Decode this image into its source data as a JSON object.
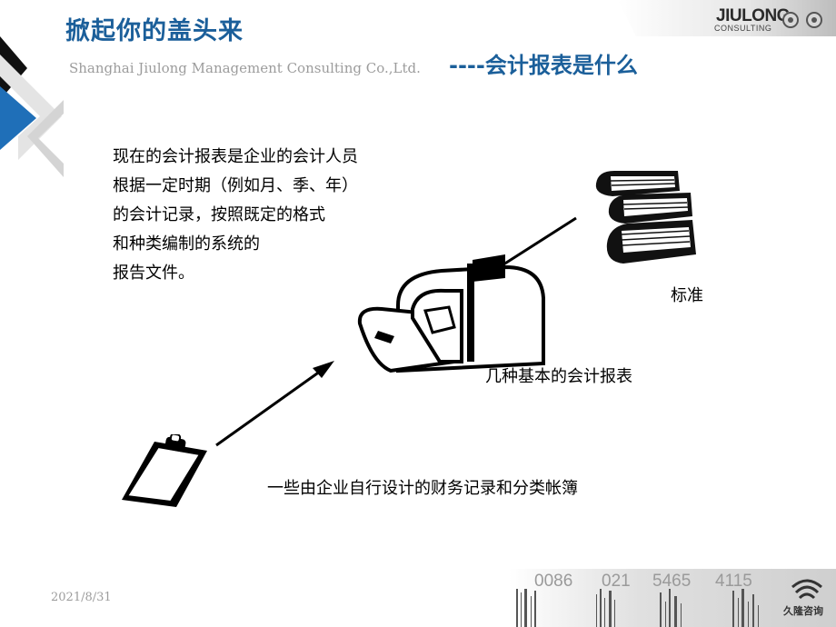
{
  "header": {
    "title": "掀起你的盖头来",
    "company": "Shanghai Jiulong Management Consulting Co.,Ltd.",
    "subtitle": "----会计报表是什么",
    "logo": {
      "name": "JIULONG",
      "sub": "CONSULTING"
    }
  },
  "content": {
    "description_lines": [
      "现在的会计报表是企业的会计人员",
      "根据一定时期（例如月、季、年）",
      "的会计记录，按照既定的格式",
      "和种类编制的系统的",
      "报告文件。"
    ],
    "label_standard": "标准",
    "label_reports": "几种基本的会计报表",
    "label_records": "一些由企业自行设计的财务记录和分类帐簿"
  },
  "footer": {
    "date": "2021/8/31",
    "phone_parts": [
      "0086",
      "021",
      "5465",
      "4115"
    ],
    "footer_logo_text": "久隆咨询"
  },
  "colors": {
    "title_blue": "#1b5f9a",
    "corner_blue": "#1f6fb8",
    "gray_text": "#9c9c9c"
  },
  "icons": [
    "books-icon",
    "mailbox-icon",
    "clipboard-icon",
    "arrow-icon"
  ]
}
